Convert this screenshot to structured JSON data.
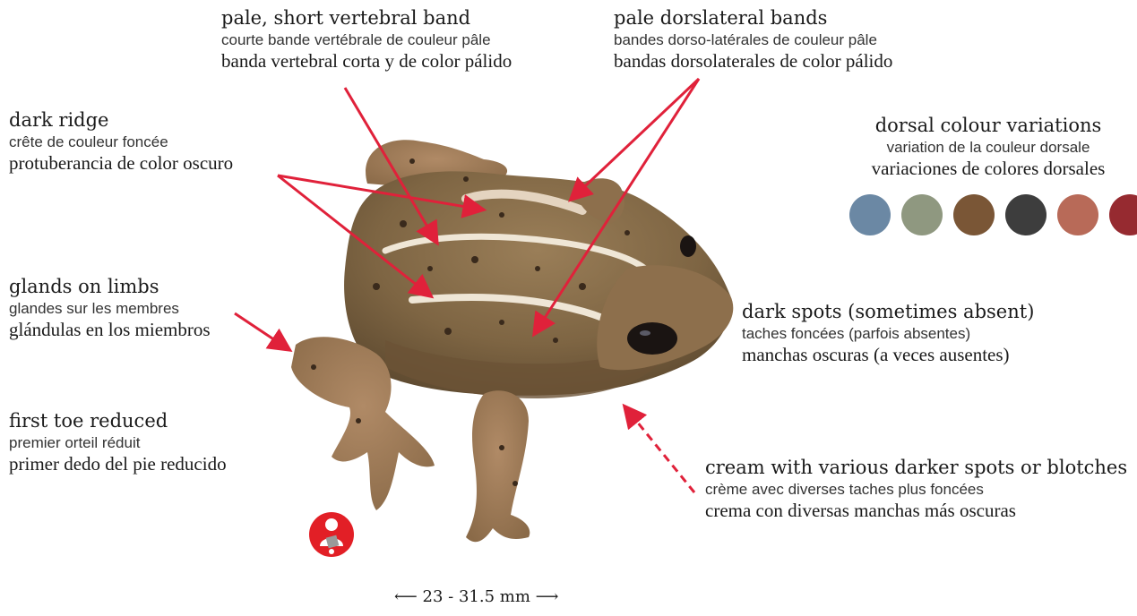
{
  "labels": {
    "vertebral_band": {
      "en": "pale, short vertebral band",
      "fr": "courte bande vertébrale de couleur pâle",
      "es": "banda vertebral corta y de color pálido"
    },
    "dorsolateral_bands": {
      "en": "pale dorslateral bands",
      "fr": "bandes dorso-latérales de couleur pâle",
      "es": "bandas dorsolaterales de color pálido"
    },
    "dark_ridge": {
      "en": "dark ridge",
      "fr": "crête de couleur foncée",
      "es": "protuberancia de color oscuro"
    },
    "dorsal_colour": {
      "en": "dorsal colour variations",
      "fr": "variation de la couleur dorsale",
      "es": "variaciones de colores dorsales"
    },
    "glands": {
      "en": "glands on limbs",
      "fr": "glandes sur les membres",
      "es": "glándulas en los miembros"
    },
    "dark_spots": {
      "en": "dark spots (sometimes absent)",
      "fr": "taches foncées (parfois absentes)",
      "es": "manchas oscuras (a veces ausentes)"
    },
    "first_toe": {
      "en": "first toe reduced",
      "fr": "premier orteil réduit",
      "es": "primer dedo del pie reducido"
    },
    "cream": {
      "en": "cream with various darker spots or blotches",
      "fr": "crème avec diverses taches plus foncées",
      "es": "crema con diversas manchas más oscuras"
    }
  },
  "swatch_colors": [
    "#6b88a4",
    "#8f9880",
    "#7a5636",
    "#3d3d3d",
    "#b86a58",
    "#962a30"
  ],
  "measurement": "⟵ 23 - 31.5 mm ⟶",
  "colors": {
    "arrow": "#e0213a",
    "badge": "#e21f26"
  },
  "icons": [
    "observer-badge-icon"
  ]
}
